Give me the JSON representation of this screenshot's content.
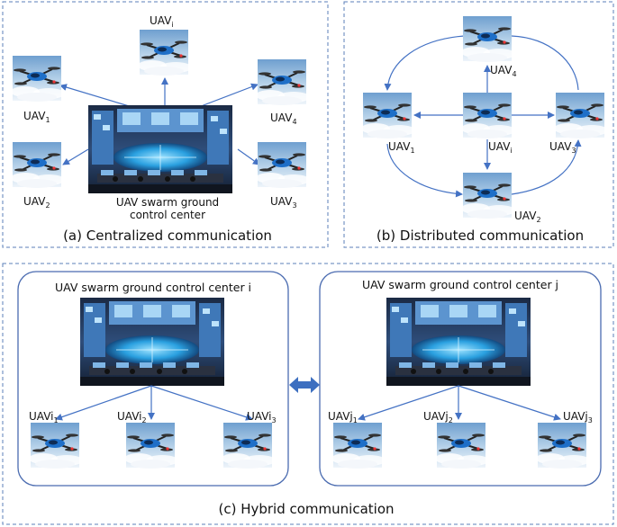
{
  "panel_a": {
    "caption": "(a) Centralized communication",
    "center_label_line1": "UAV swarm ground",
    "center_label_line2": "control center",
    "uav_top": {
      "base": "UAV",
      "sub": "i"
    },
    "uav_1": {
      "base": "UAV",
      "sub": "1"
    },
    "uav_2": {
      "base": "UAV",
      "sub": "2"
    },
    "uav_3": {
      "base": "UAV",
      "sub": "3"
    },
    "uav_4": {
      "base": "UAV",
      "sub": "4"
    }
  },
  "panel_b": {
    "caption": "(b) Distributed communication",
    "uav_i": {
      "base": "UAV",
      "sub": "i"
    },
    "uav_1": {
      "base": "UAV",
      "sub": "1"
    },
    "uav_2": {
      "base": "UAV",
      "sub": "2"
    },
    "uav_3": {
      "base": "UAV",
      "sub": "3"
    },
    "uav_4": {
      "base": "UAV",
      "sub": "4"
    }
  },
  "panel_c": {
    "caption": "(c) Hybrid communication",
    "center_i_title": "UAV swarm ground control center i",
    "center_j_title": "UAV swarm ground control center j",
    "uav_i1": {
      "base": "UAVi",
      "sub": "1"
    },
    "uav_i2": {
      "base": "UAVi",
      "sub": "2"
    },
    "uav_i3": {
      "base": "UAVi",
      "sub": "3"
    },
    "uav_j1": {
      "base": "UAVj",
      "sub": "1"
    },
    "uav_j2": {
      "base": "UAVj",
      "sub": "2"
    },
    "uav_j3": {
      "base": "UAVj",
      "sub": "3"
    }
  },
  "colors": {
    "arrow": "#4472c4",
    "dashed_border": "#5b7fb8",
    "rounded_box": "#4a6bb0",
    "double_arrow": "#3d6fc0"
  },
  "icons": {
    "uav": "drone-photo-icon",
    "control_center": "control-room-photo-icon"
  }
}
